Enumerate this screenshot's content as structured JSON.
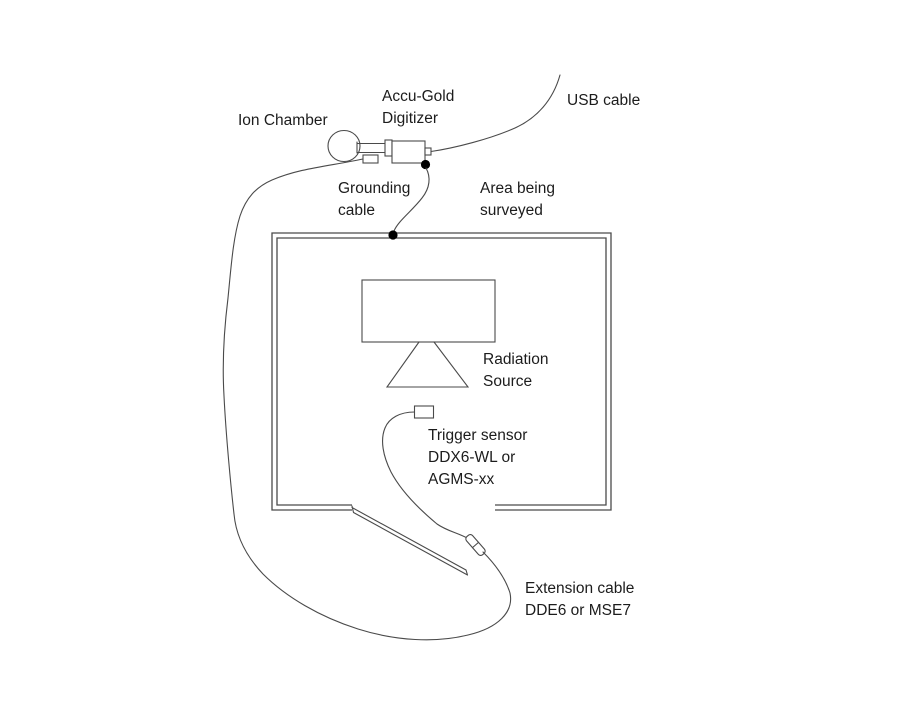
{
  "diagram": {
    "labels": {
      "ion_chamber": "Ion Chamber",
      "digitizer": [
        "Accu-Gold",
        "Digitizer"
      ],
      "usb_cable": "USB cable",
      "grounding_cable": [
        "Grounding",
        "cable"
      ],
      "area_surveyed": [
        "Area being",
        "surveyed"
      ],
      "radiation_source": [
        "Radiation",
        "Source"
      ],
      "trigger_sensor": [
        "Trigger sensor",
        "DDX6-WL or",
        "AGMS-xx"
      ],
      "extension_cable": [
        "Extension cable",
        "DDE6 or MSE7"
      ]
    },
    "colors": {
      "background": "#ffffff",
      "line": "#4a4a4a",
      "text": "#1c1c1c",
      "dot": "#000000"
    }
  }
}
